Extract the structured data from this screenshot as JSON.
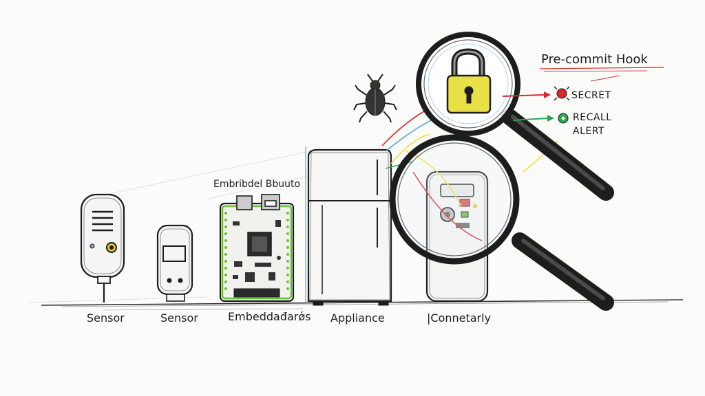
{
  "devices": [
    {
      "id": "sensor-1",
      "label": "Sensor"
    },
    {
      "id": "sensor-2",
      "label": "Sensor"
    },
    {
      "id": "embedded",
      "label": "Embeddađarǿs",
      "title": "Embribdel Bbuuto"
    },
    {
      "id": "appliance",
      "label": "Appliance"
    },
    {
      "id": "connected",
      "label": "|Connetarly"
    }
  ],
  "hook": {
    "title": "Pre-commit Hook"
  },
  "outcomes": [
    {
      "id": "secret",
      "label": "SECRET",
      "icon": "bug-icon",
      "color": "#d42a2a"
    },
    {
      "id": "recall",
      "label_line1": "RECALL",
      "label_line2": "ALERT",
      "icon": "alert-icon",
      "color": "#2aa84a"
    }
  ],
  "icons": {
    "lock": "padlock-icon",
    "bug": "beetle-icon",
    "magnifier": "magnifying-glass-icon"
  },
  "colors": {
    "ink": "#1d1d1d",
    "lock_yellow": "#e8e044",
    "accent_red": "#d42a2a",
    "accent_green": "#2aa84a",
    "accent_blue": "#5aa7e6",
    "accent_yellow": "#f0df3a"
  }
}
